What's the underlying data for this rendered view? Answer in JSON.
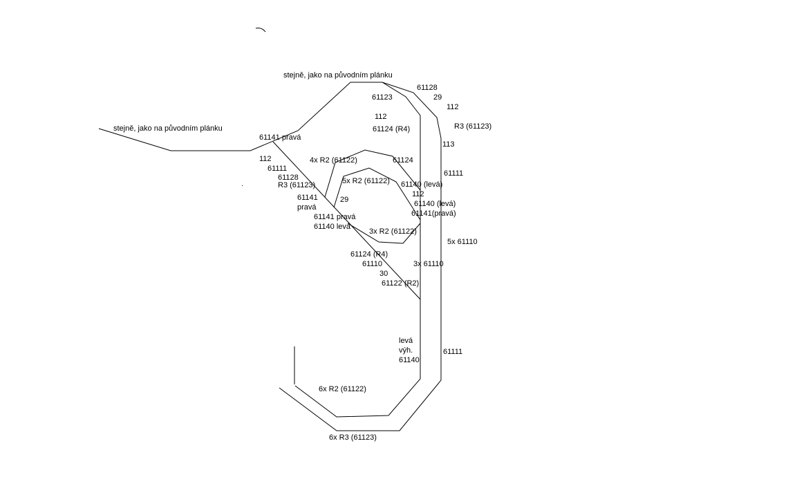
{
  "labels": {
    "top_note": "stejně, jako na původním plánku",
    "left_note": "stejně, jako na původním plánku",
    "l_61123_top": "61123",
    "l_61128_top": "61128",
    "l_29_top": "29",
    "l_112_right": "112",
    "l_r3_right": "R3 (61123)",
    "l_113": "113",
    "l_112_mid": "112",
    "l_61124_r4_top": "61124 (R4)",
    "l_61141_prava_top": "61141 pravá",
    "l_112_left": "112",
    "l_61111_left": "61111",
    "l_61128_left": "61128",
    "l_r3_left": "R3 (61123)",
    "l_4x_r2": "4x R2 (61122)",
    "l_61124_loop": "61124",
    "l_61111_right": "61111",
    "l_5x_r2": "5x R2 (61122)",
    "l_61140_leva_1": "61140 (levá)",
    "l_112_loop": "112",
    "l_61140_leva_2": "61140 (levá)",
    "l_61141_prava_loop": "61141(pravá)",
    "l_61141": "61141",
    "l_prava": "pravá",
    "l_29_loop": "29",
    "l_61141_prava_diag": "61141 pravá",
    "l_61140_leva_diag": "61140 levá",
    "l_3x_r2": "3x R2 (61122)",
    "l_5x_61110": "5x 61110",
    "l_61124_r4_diag": "61124 (R4)",
    "l_61110": "61110",
    "l_3x_61110": "3x 61110",
    "l_30": "30",
    "l_61122_r2": "61122 (R2)",
    "l_leva": "levá",
    "l_vyh": "výh.",
    "l_61140": "61140",
    "l_61111_bottom": "61111",
    "l_6x_r2": "6x R2 (61122)",
    "l_6x_r3": "6x R3 (61123)"
  }
}
